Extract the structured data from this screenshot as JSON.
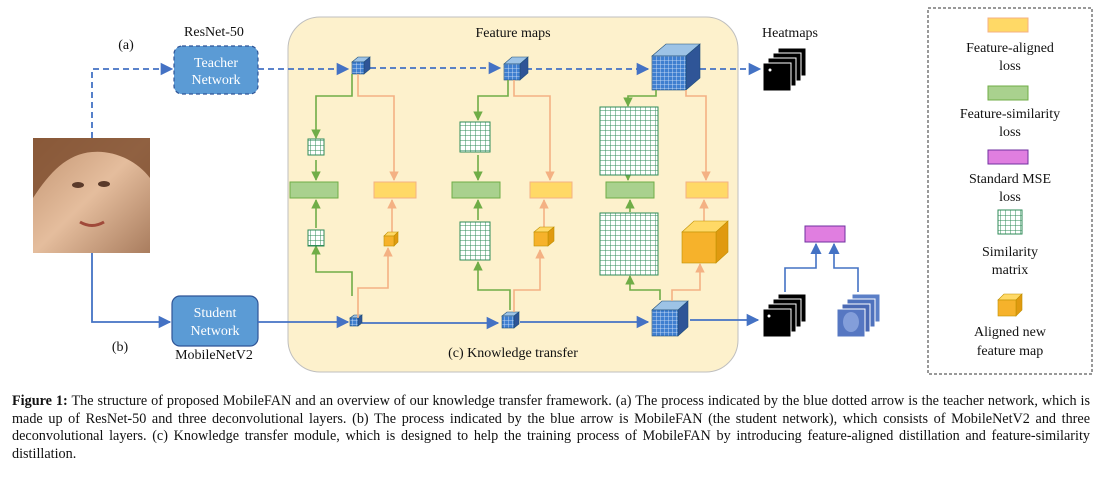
{
  "labels": {
    "a": "(a)",
    "b": "(b)",
    "resnet": "ResNet-50",
    "mobilenet": "MobileNetV2",
    "teacher_l1": "Teacher",
    "teacher_l2": "Network",
    "student_l1": "Student",
    "student_l2": "Network",
    "feature_maps": "Feature maps",
    "heatmaps": "Heatmaps",
    "knowledge_transfer": "(c) Knowledge transfer"
  },
  "legend": {
    "aligned_loss_l1": "Feature-aligned",
    "aligned_loss_l2": "loss",
    "similarity_loss_l1": "Feature-similarity",
    "similarity_loss_l2": "loss",
    "mse_l1": "Standard MSE",
    "mse_l2": "loss",
    "sim_matrix_l1": "Similarity",
    "sim_matrix_l2": "matrix",
    "aligned_map_l1": "Aligned new",
    "aligned_map_l2": "feature map"
  },
  "caption": {
    "label": "Figure 1:",
    "text": "The structure of proposed MobileFAN and an overview of our knowledge transfer framework. (a) The process indicated by the blue dotted arrow is the teacher network, which is made up of ResNet-50 and three deconvolutional layers. (b) The process indicated by the blue arrow is MobileFAN (the student network), which consists of MobileNetV2 and three deconvolutional layers. (c) Knowledge transfer module, which is designed to help the training process of MobileFAN by introducing feature-aligned distillation and feature-similarity distillation."
  },
  "colors": {
    "panel": "#fdf1cc",
    "network_box": "#5b9bd5",
    "arrow_blue": "#4472c4",
    "green": "#70ad47",
    "green_fill": "#a9d18e",
    "orange": "#f4b183",
    "yellow_fill": "#ffd966",
    "matrix_green": "#2e8b57",
    "mse_fill": "#e07ee0",
    "cube_face": "#5b9bd5",
    "aligned_cube": "#f6b22b"
  }
}
